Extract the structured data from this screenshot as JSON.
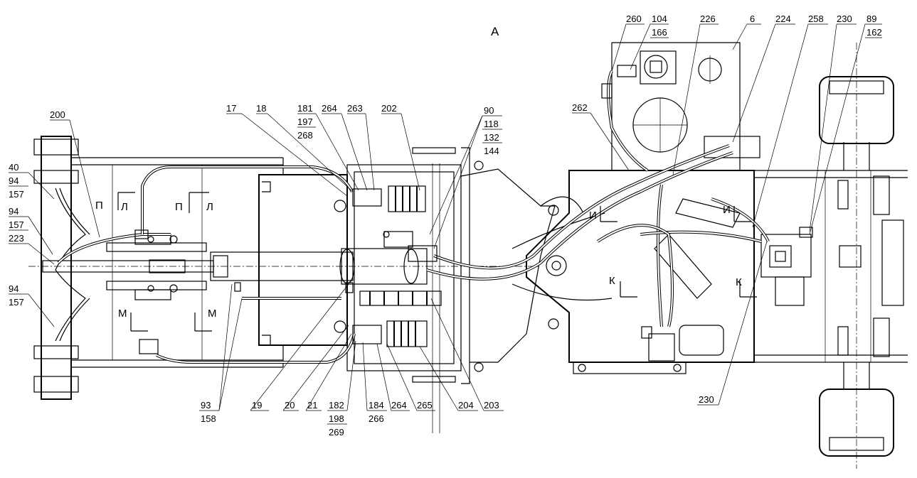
{
  "view_label": "А",
  "section_marks": {
    "p": "П",
    "l": "Л",
    "m": "М",
    "k": "К",
    "i": "И"
  },
  "callouts": {
    "c40": "40",
    "c94a": "94",
    "c157a": "157",
    "c94b": "94",
    "c157b": "157",
    "c223": "223",
    "c94c": "94",
    "c157c": "157",
    "c200": "200",
    "c17": "17",
    "c18": "18",
    "c181": "181",
    "c197": "197",
    "c268": "268",
    "c264a": "264",
    "c263": "263",
    "c202": "202",
    "c90": "90",
    "c118": "118",
    "c132": "132",
    "c144": "144",
    "c262": "262",
    "c260": "260",
    "c104": "104",
    "c166": "166",
    "c226": "226",
    "c6": "6",
    "c224": "224",
    "c258": "258",
    "c230a": "230",
    "c89": "89",
    "c162": "162",
    "c93": "93",
    "c158": "158",
    "c19": "19",
    "c20": "20",
    "c21": "21",
    "c182": "182",
    "c198": "198",
    "c269": "269",
    "c184": "184",
    "c266": "266",
    "c264b": "264",
    "c265": "265",
    "c204": "204",
    "c203": "203",
    "c230b": "230"
  }
}
